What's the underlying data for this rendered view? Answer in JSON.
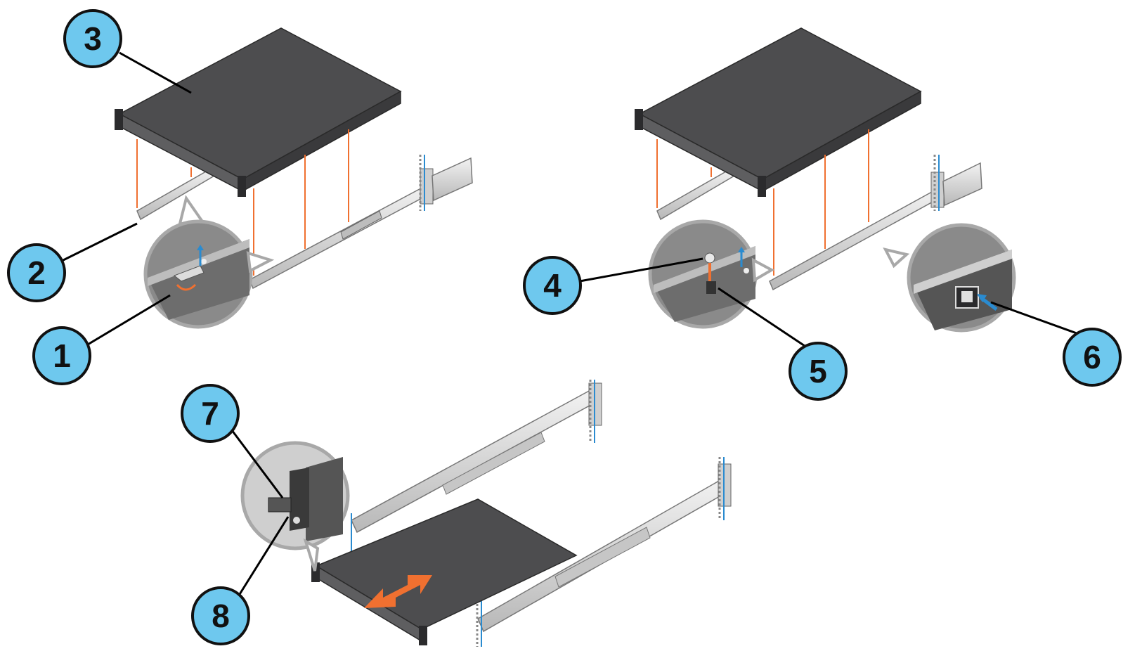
{
  "callouts": [
    {
      "label": "1"
    },
    {
      "label": "2"
    },
    {
      "label": "3"
    },
    {
      "label": "4"
    },
    {
      "label": "5"
    },
    {
      "label": "6"
    },
    {
      "label": "7"
    },
    {
      "label": "8"
    }
  ],
  "colors": {
    "callout_fill": "#6ec8ee",
    "callout_stroke": "#111111",
    "server_top": "#4d4d4f",
    "server_front": "#3a3a3c",
    "rail": "#d8d8d8",
    "orange_guide": "#f07030",
    "blue_arrow": "#2a8bd0",
    "zoom_circle_stroke": "#a8a8a8"
  },
  "icons": {
    "push_arrow": "blue-arrow-icon",
    "rotate_arrow": "orange-rotate-arrow-icon",
    "slide_arrow": "orange-double-arrow-icon"
  }
}
